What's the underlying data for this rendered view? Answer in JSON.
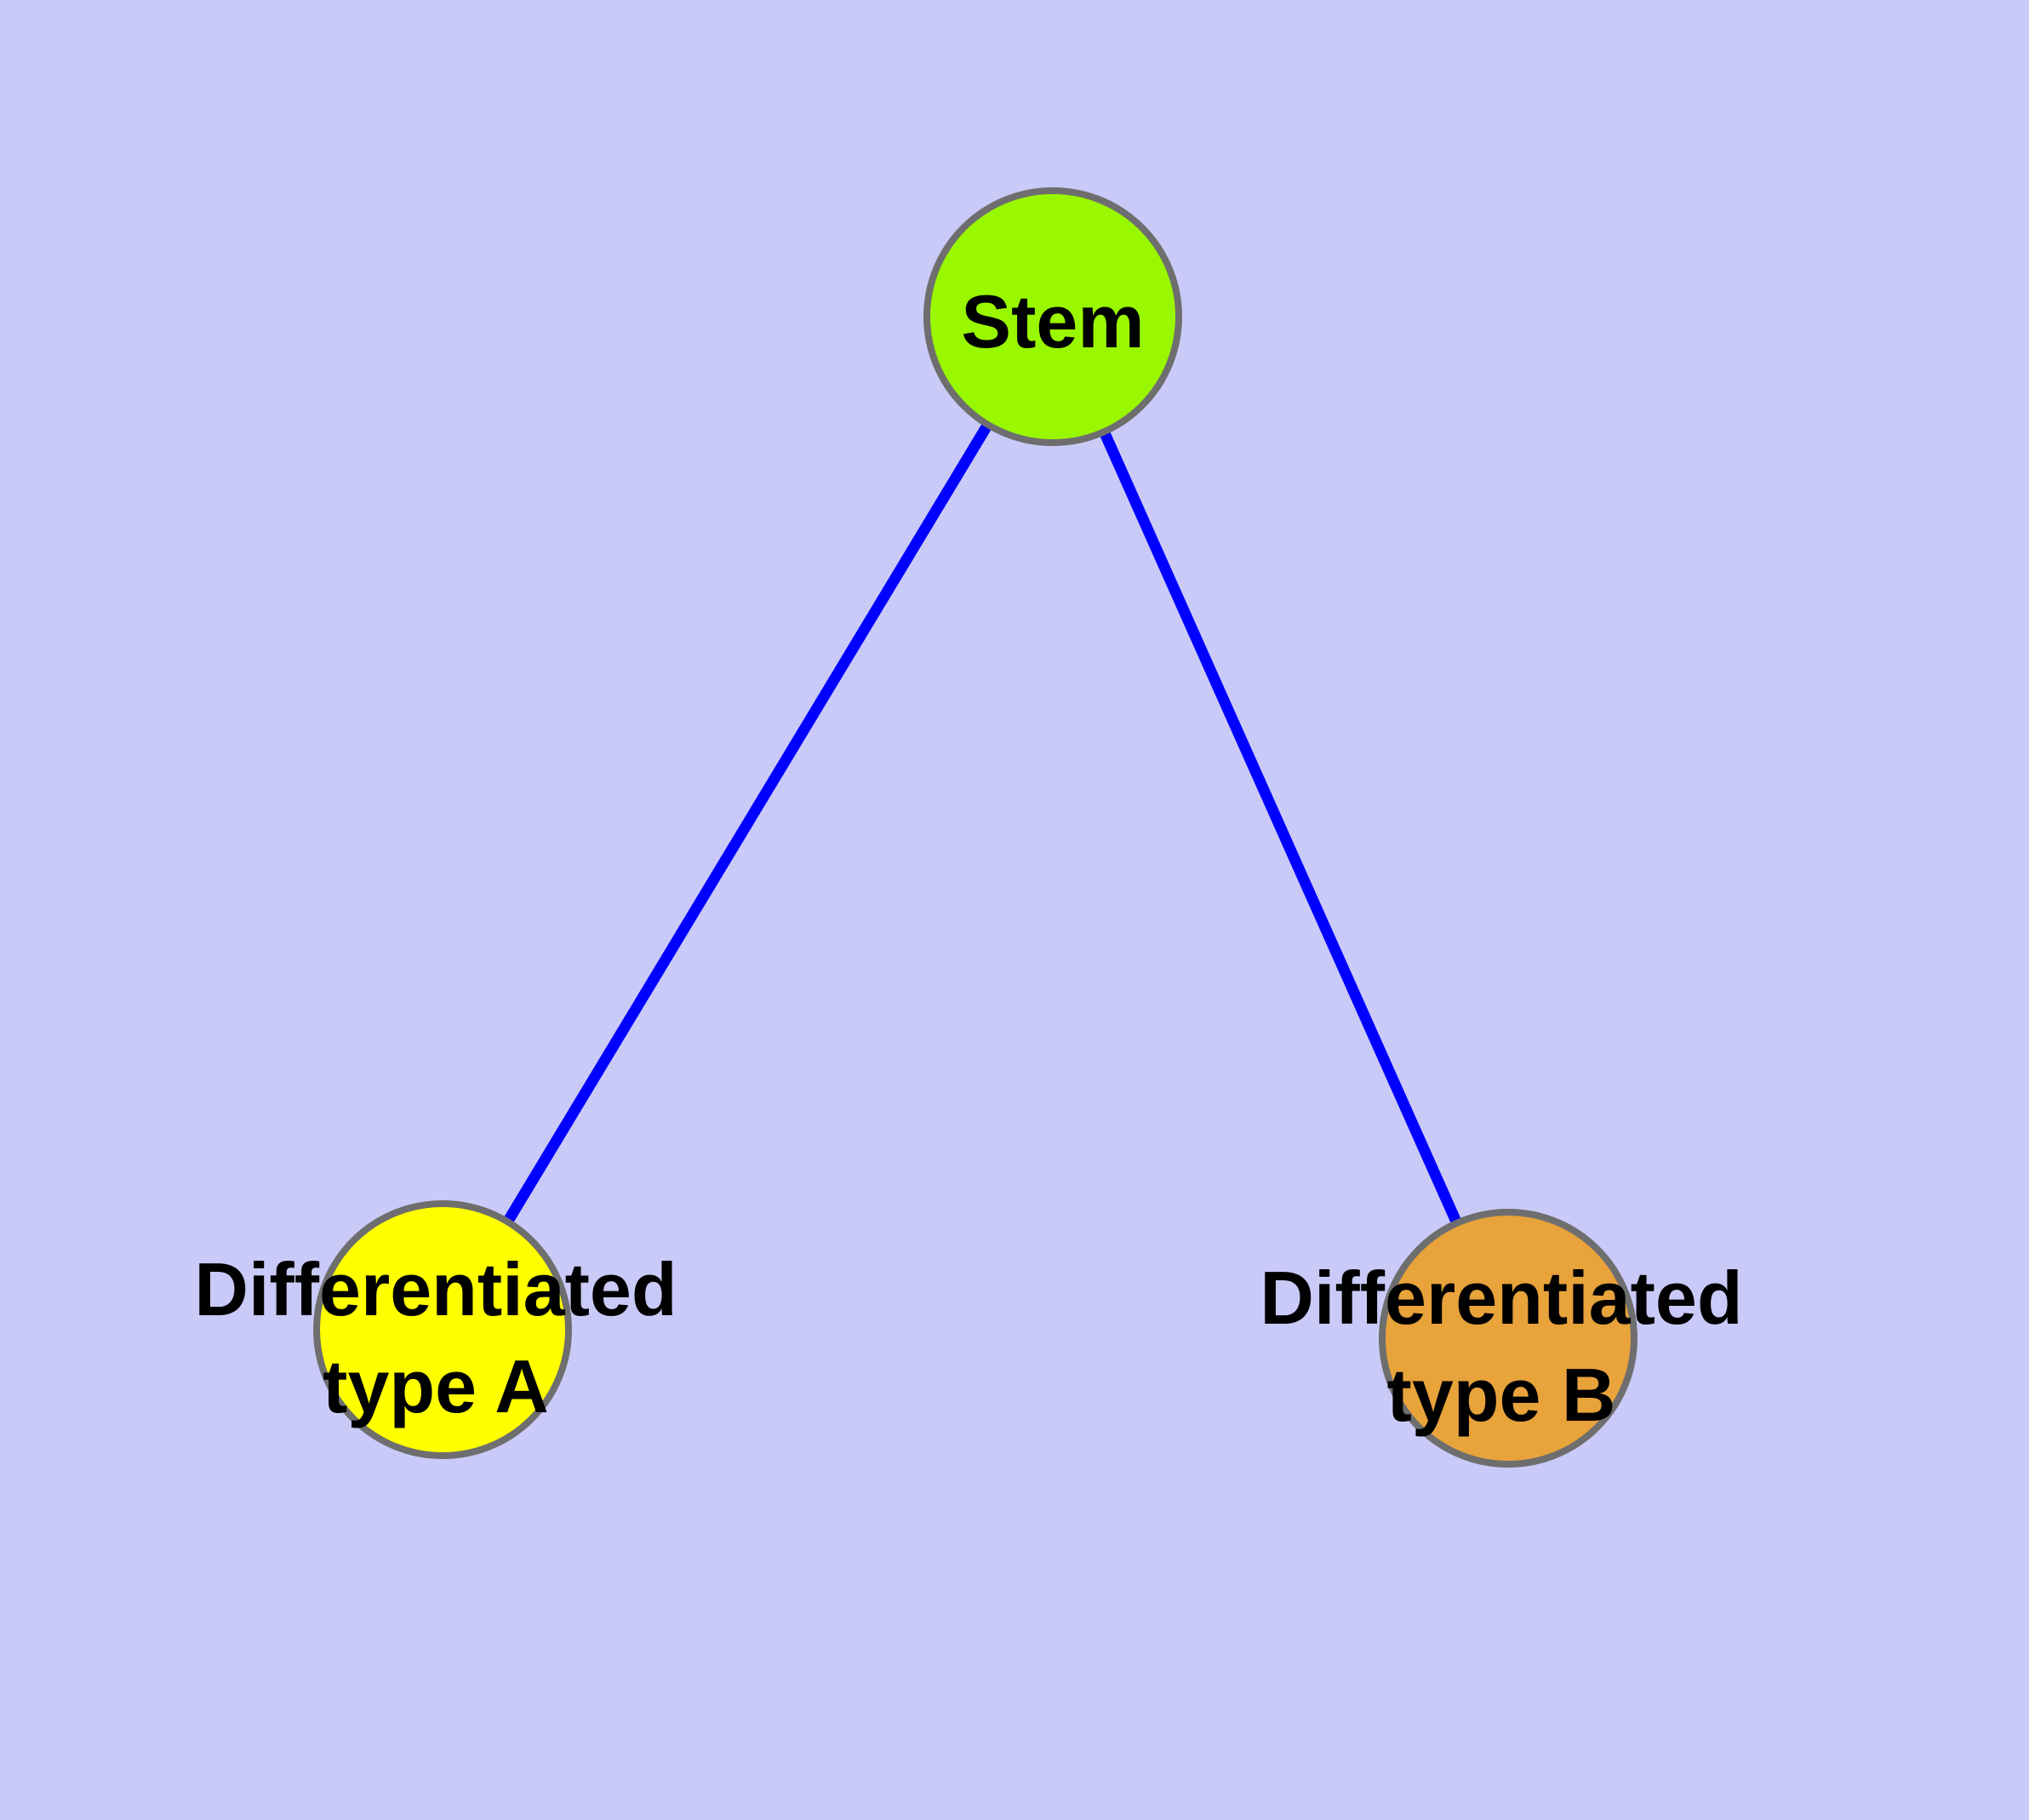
{
  "colors": {
    "background": "#CACAF8",
    "edge": "#0000FF",
    "node_border": "#6E6E6E",
    "label_text": "#000000"
  },
  "nodes": {
    "stem": {
      "label": "Stem",
      "color": "#99F800"
    },
    "type_a": {
      "label_line1": "Differentiated",
      "label_line2": "type A",
      "color": "#FFFF00"
    },
    "type_b": {
      "label_line1": "Differentiated",
      "label_line2": "type B",
      "color": "#E8A33B"
    }
  },
  "edges": [
    {
      "from": "Stem",
      "to": "Differentiated type A"
    },
    {
      "from": "Stem",
      "to": "Differentiated type B"
    }
  ]
}
